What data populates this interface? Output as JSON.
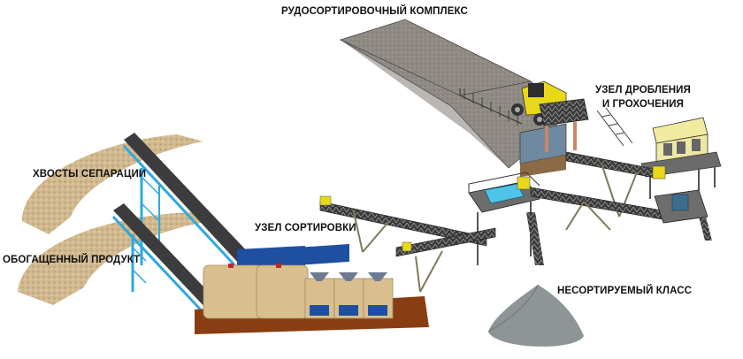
{
  "diagram": {
    "type": "process-layout",
    "subject": "ore sorting complex",
    "colors": {
      "ore_pad": "#8f8a84",
      "loader": "#e8d81a",
      "conveyor_frame_blue": "#2ea8e0",
      "conveyor_belt": "#3c3c3e",
      "steel_structure": "#5a5a5a",
      "sorter_housing": "#d9bf8e",
      "sorter_hopper": "#1f4fa0",
      "base_plate": "#8a3d12",
      "stockpile_sand": "#cdb48c",
      "stockpile_gray": "#8d9597",
      "cabin": "#f2eaa0",
      "crusher_blue": "#4fc3e8"
    }
  },
  "labels": {
    "ore_sorting_complex": "РУДОСОРТИРОВОЧНЫЙ КОМПЛЕКС",
    "crushing_screening_line1": "УЗЕЛ ДРОБЛЕНИЯ",
    "crushing_screening_line2": "И ГРОХОЧЕНИЯ",
    "separation_tailings": "ХВОСТЫ СЕПАРАЦИИ",
    "sorting_unit": "УЗЕЛ СОРТИРОВКИ",
    "enriched_product": "ОБОГАЩЕННЫЙ ПРОДУКТ",
    "unsorted_class": "НЕСОРТИРУЕМЫЙ КЛАСС"
  }
}
